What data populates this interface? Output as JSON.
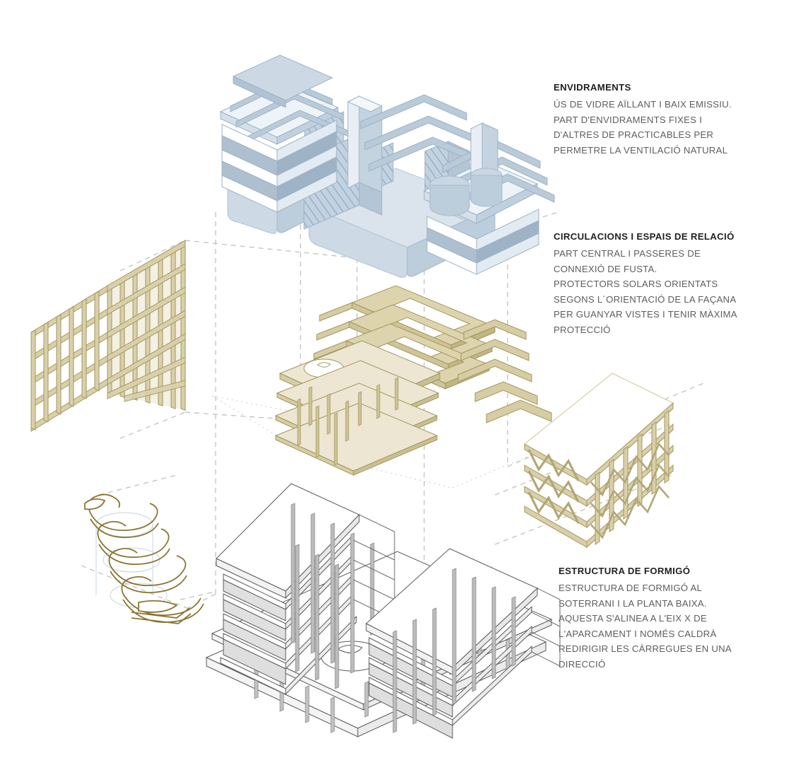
{
  "document": {
    "kind": "exploded-axonometric-architectural-diagram",
    "language": "ca",
    "background_color": "#ffffff"
  },
  "palette": {
    "heading_text": "#231f20",
    "body_text": "#5d5e60",
    "glass_fill": "#ccd8e4",
    "glass_shade": "#a8bccd",
    "glass_light": "#e9eff5",
    "glass_edge": "#ffffff",
    "glass_line": "#8fa6bb",
    "wood_fill": "#e6dfc6",
    "wood_shade": "#cbc19a",
    "wood_dark": "#b3a677",
    "wood_line": "#a3965f",
    "spiral_line": "#8a7533",
    "concrete_fill": "#ffffff",
    "concrete_line": "#4a4a4a",
    "concrete_shade": "#e6e6e6",
    "concrete_column": "#b9b9b9",
    "dash_line": "#b9b9b9"
  },
  "notes": [
    {
      "id": "glazing",
      "title": "ENVIDRAMENTS",
      "lines": [
        "ÚS DE VIDRE AÏLLANT I BAIX EMISSIU.",
        "PART D'ENVIDRAMENTS FIXES I",
        "D'ALTRES DE PRACTICABLES PER",
        "PERMETRE LA VENTILACIÓ NATURAL"
      ]
    },
    {
      "id": "circulation",
      "title": "CIRCULACIONS I ESPAIS DE RELACIÓ",
      "lines": [
        "PART CENTRAL I PASSERES DE",
        "CONNEXIÓ DE FUSTA.",
        "PROTECTORS SOLARS ORIENTATS",
        "SEGONS L´ORIENTACIÓ DE LA FAÇANA",
        "PER GUANYAR VISTES I TENIR MÀXIMA",
        "PROTECCIÓ"
      ]
    },
    {
      "id": "structure",
      "title": "ESTRUCTURA DE FORMIGÓ",
      "lines": [
        "ESTRUCTURA DE FORMIGÓ AL",
        "SOTERRANI I LA PLANTA BAIXA.",
        "AQUESTA S'ALINEA A L'EIX X DE",
        "L'APARCAMENT I NOMÉS CALDRÀ",
        "REDIRIGIR LES CÀRREGUES EN UNA",
        "DIRECCIÓ"
      ]
    }
  ],
  "layers": [
    {
      "id": "glazing-layer",
      "name": "envelope-glazing-volume",
      "color": "#ccd8e4",
      "description": "Blue-grey axonometric massing of the glazed envelope with stacked horizontal floor bands, hatched core panels and rounded podium base."
    },
    {
      "id": "circulation-layer",
      "name": "timber-circulation-and-solar-screens",
      "color": "#e6dfc6",
      "description": "Timber walkway ring frames, stacked deck plates with circular void, and two brise-soleil lattice screens."
    },
    {
      "id": "screen-left",
      "name": "timber-lattice-screen-left",
      "color": "#cbc19a",
      "description": "Orthogonal grid brise-soleil screen, folded L plan."
    },
    {
      "id": "screen-right",
      "name": "timber-truss-screen-right",
      "color": "#cbc19a",
      "description": "Triangulated zig-zag truss screen wrapping a corner."
    },
    {
      "id": "spiral-ramp",
      "name": "spiral-ramp",
      "color": "#8a7533",
      "description": "Helical timber ramp drawn in outline."
    },
    {
      "id": "concrete-layer",
      "name": "concrete-structure",
      "color": "#ffffff",
      "description": "Two white slab-and-column blocks standing on a podium slab pierced by a circular void."
    }
  ]
}
